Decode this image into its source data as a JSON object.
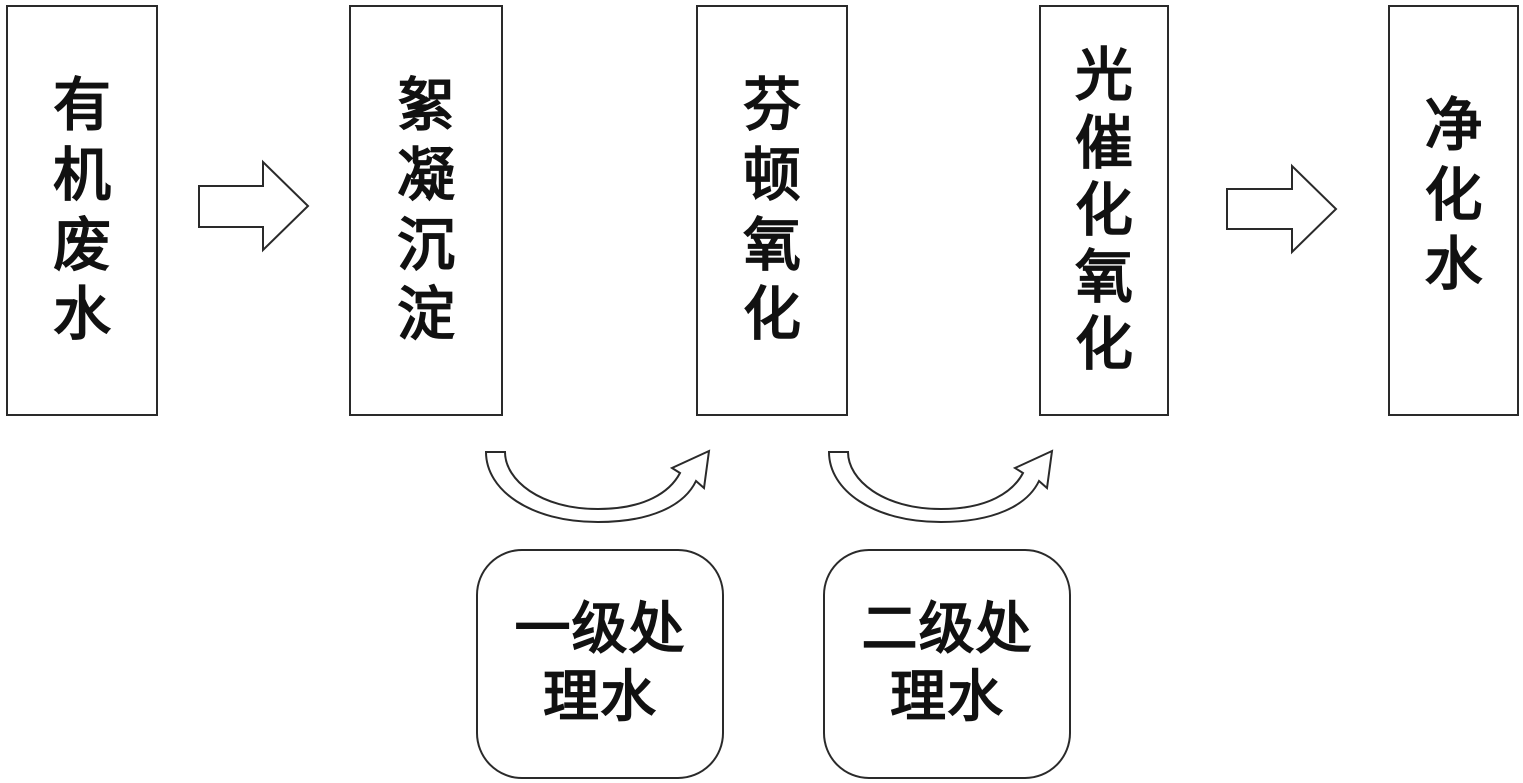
{
  "stages": [
    {
      "id": "organic-wastewater",
      "chars": [
        "有",
        "机",
        "废",
        "水"
      ]
    },
    {
      "id": "flocculation",
      "chars": [
        "絮",
        "凝",
        "沉",
        "淀"
      ]
    },
    {
      "id": "fenton",
      "chars": [
        "芬",
        "顿",
        "氧",
        "化"
      ]
    },
    {
      "id": "photocatalytic",
      "chars": [
        "光",
        "催",
        "化",
        "氧",
        "化"
      ]
    },
    {
      "id": "purified-water",
      "chars": [
        "净",
        "化",
        "水"
      ]
    }
  ],
  "intermediates": {
    "primary": "一级处理水",
    "secondary": "二级处理水"
  },
  "colors": {
    "line": "#2a2a2a",
    "text": "#111111",
    "background": "#ffffff"
  }
}
